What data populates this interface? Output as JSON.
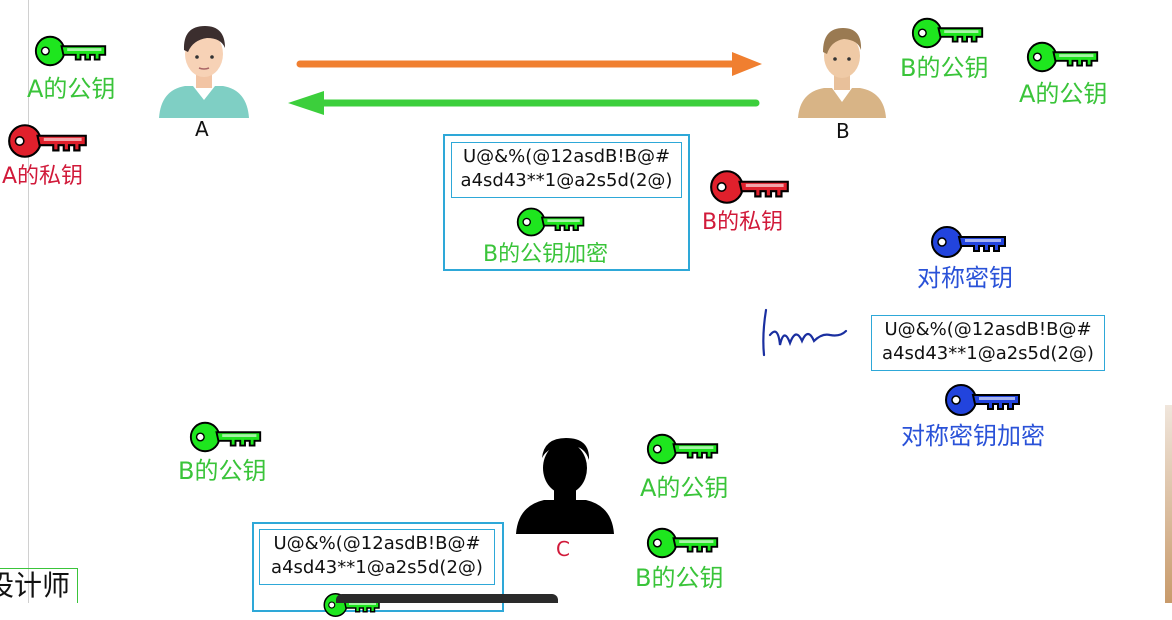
{
  "keys": {
    "a_public_label": "A的公钥",
    "a_private_label": "A的私钥",
    "b_public_label": "B的公钥",
    "b_private_label": "B的私钥",
    "symmetric_label": "对称密钥",
    "b_public_encrypt_label": "B的公钥加密",
    "symmetric_encrypt_label": "对称密钥加密"
  },
  "people": {
    "a": "A",
    "b": "B",
    "c": "C"
  },
  "ciphertext": {
    "line1": "U@&%(@12asdB!B@#",
    "line2": "a4sd43**1@a2s5d(2@)"
  },
  "partial_text": "设计师",
  "colors": {
    "public_key": "#1ee61e",
    "private_key": "#e0202c",
    "symmetric_key": "#2244dd",
    "arrow_orange": "#f07f30",
    "arrow_green": "#3ccf3c",
    "cipher_border": "#2ea8d8"
  }
}
